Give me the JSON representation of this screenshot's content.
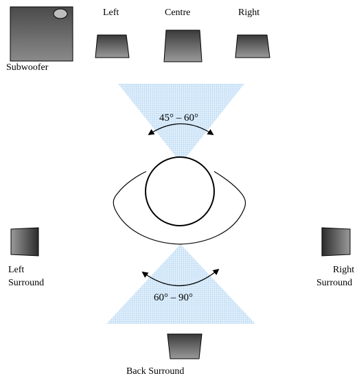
{
  "labels": {
    "subwoofer": "Subwoofer",
    "left": "Left",
    "centre": "Centre",
    "right": "Right",
    "left_surround_1": "Left",
    "left_surround_2": "Surround",
    "right_surround_1": "Right",
    "right_surround_2": "Surround",
    "back_surround": "Back Surround"
  },
  "angles": {
    "front": "45° – 60°",
    "rear": "60° – 90°"
  },
  "colors": {
    "cone_fill": "#cfe6f7",
    "cone_grid": "#8fc4ee",
    "speaker_dark": "#2b2b2b",
    "speaker_light": "#9a9a9a",
    "outline": "#000000"
  },
  "icons": {
    "subwoofer": "subwoofer-speaker-icon",
    "speaker": "speaker-icon",
    "listener": "listener-head-icon",
    "arc": "angle-arc-icon"
  }
}
